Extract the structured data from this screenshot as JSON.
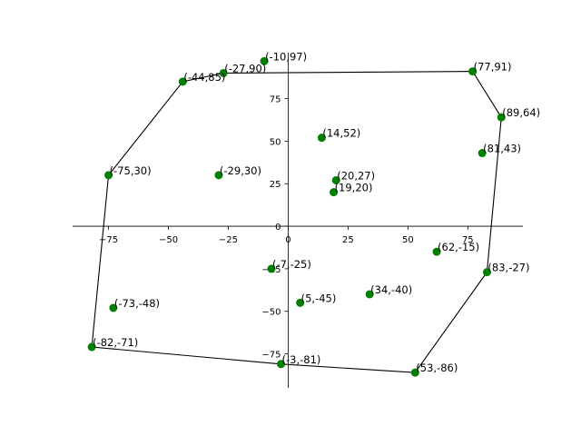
{
  "chart_data": {
    "type": "scatter",
    "title": "",
    "xlabel": "",
    "ylabel": "",
    "xlim": [
      -90,
      98
    ],
    "ylim": [
      -95,
      102
    ],
    "grid": false,
    "point_color": "#008000",
    "line_color": "#000000",
    "xticks": [
      -75,
      -50,
      -25,
      0,
      25,
      50,
      75
    ],
    "yticks": [
      -75,
      -50,
      -25,
      0,
      25,
      50,
      75
    ],
    "xtick_labels": [
      "−75",
      "−50",
      "−25",
      "0",
      "25",
      "50",
      "75"
    ],
    "ytick_labels": [
      "−75",
      "−50",
      "−25",
      "0",
      "25",
      "50",
      "75"
    ],
    "points": [
      {
        "x": -27,
        "y": 90,
        "label": "(-27,90)"
      },
      {
        "x": -10,
        "y": 97,
        "label": "(-10,97)"
      },
      {
        "x": -44,
        "y": 85,
        "label": "(-44,85)"
      },
      {
        "x": 77,
        "y": 91,
        "label": "(77,91)"
      },
      {
        "x": 89,
        "y": 64,
        "label": "(89,64)"
      },
      {
        "x": 14,
        "y": 52,
        "label": "(14,52)"
      },
      {
        "x": 81,
        "y": 43,
        "label": "(81,43)"
      },
      {
        "x": -75,
        "y": 30,
        "label": "(-75,30)"
      },
      {
        "x": -29,
        "y": 30,
        "label": "(-29,30)"
      },
      {
        "x": 20,
        "y": 27,
        "label": "(20,27)"
      },
      {
        "x": 19,
        "y": 20,
        "label": "(19,20)"
      },
      {
        "x": 62,
        "y": -15,
        "label": "(62,-15)"
      },
      {
        "x": -7,
        "y": -25,
        "label": "(-7,-25)"
      },
      {
        "x": 83,
        "y": -27,
        "label": "(83,-27)"
      },
      {
        "x": 34,
        "y": -40,
        "label": "(34,-40)"
      },
      {
        "x": 5,
        "y": -45,
        "label": "(5,-45)"
      },
      {
        "x": -73,
        "y": -48,
        "label": "(-73,-48)"
      },
      {
        "x": -82,
        "y": -71,
        "label": "(-82,-71)"
      },
      {
        "x": -3,
        "y": -81,
        "label": "(-3,-81)"
      },
      {
        "x": 53,
        "y": -86,
        "label": "(53,-86)"
      }
    ],
    "hull": [
      {
        "x": -27,
        "y": 90
      },
      {
        "x": 77,
        "y": 91
      },
      {
        "x": 89,
        "y": 64
      },
      {
        "x": 83,
        "y": -27
      },
      {
        "x": 53,
        "y": -86
      },
      {
        "x": -3,
        "y": -81
      },
      {
        "x": -82,
        "y": -71
      },
      {
        "x": -75,
        "y": 30
      },
      {
        "x": -44,
        "y": 85
      },
      {
        "x": -27,
        "y": 90
      }
    ]
  }
}
